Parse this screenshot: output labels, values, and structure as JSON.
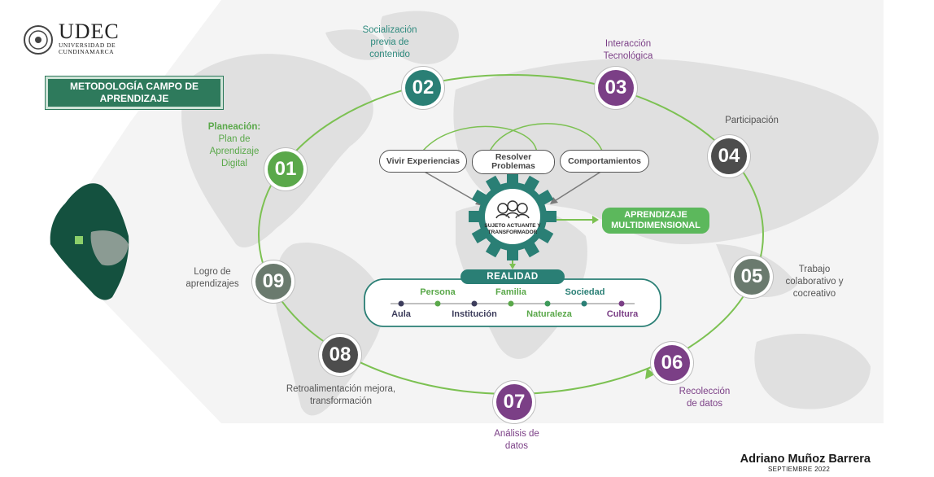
{
  "title": "METODOLOGÍA CAMPO DE APRENDIZAJE",
  "logo": {
    "name": "UDEC",
    "subtitle_line1": "UNIVERSIDAD DE",
    "subtitle_line2": "CUNDINAMARCA"
  },
  "steps": [
    {
      "number": "01",
      "label": "Planeación:",
      "label2": "Plan de Aprendizaje Digital"
    },
    {
      "number": "02",
      "label": "Socialización previa de contenido"
    },
    {
      "number": "03",
      "label": "Interacción Tecnológica"
    },
    {
      "number": "04",
      "label": "Participación"
    },
    {
      "number": "05",
      "label": "Trabajo colaborativo y cocreativo"
    },
    {
      "number": "06",
      "label": "Recolección de datos"
    },
    {
      "number": "07",
      "label": "Análisis de datos"
    },
    {
      "number": "08",
      "label": "Retroalimentación mejora, transformación"
    },
    {
      "number": "09",
      "label": "Logro de aprendizajes"
    }
  ],
  "center": {
    "inputs": [
      "Vivir Experiencias",
      "Resolver Problemas",
      "Comportamientos"
    ],
    "gear_label": "SUJETO ACTUANTE Y TRANSFORMADOR",
    "output": "APRENDIZAJE MULTIDIMENSIONAL",
    "realidad_title": "REALIDAD",
    "realidad_top": [
      "Persona",
      "Familia",
      "Sociedad"
    ],
    "realidad_bottom": [
      "Aula",
      "Institución",
      "Naturaleza",
      "Cultura"
    ]
  },
  "author": "Adriano Muñoz Barrera",
  "date": "SEPTIEMBRE 2022",
  "colors": {
    "green": "#5aa84a",
    "dark_green": "#2e7a5c",
    "teal": "#2a7f75",
    "purple": "#7b3f86",
    "dark_gray": "#4d4d4d",
    "map_gray": "#e3e3e3"
  }
}
